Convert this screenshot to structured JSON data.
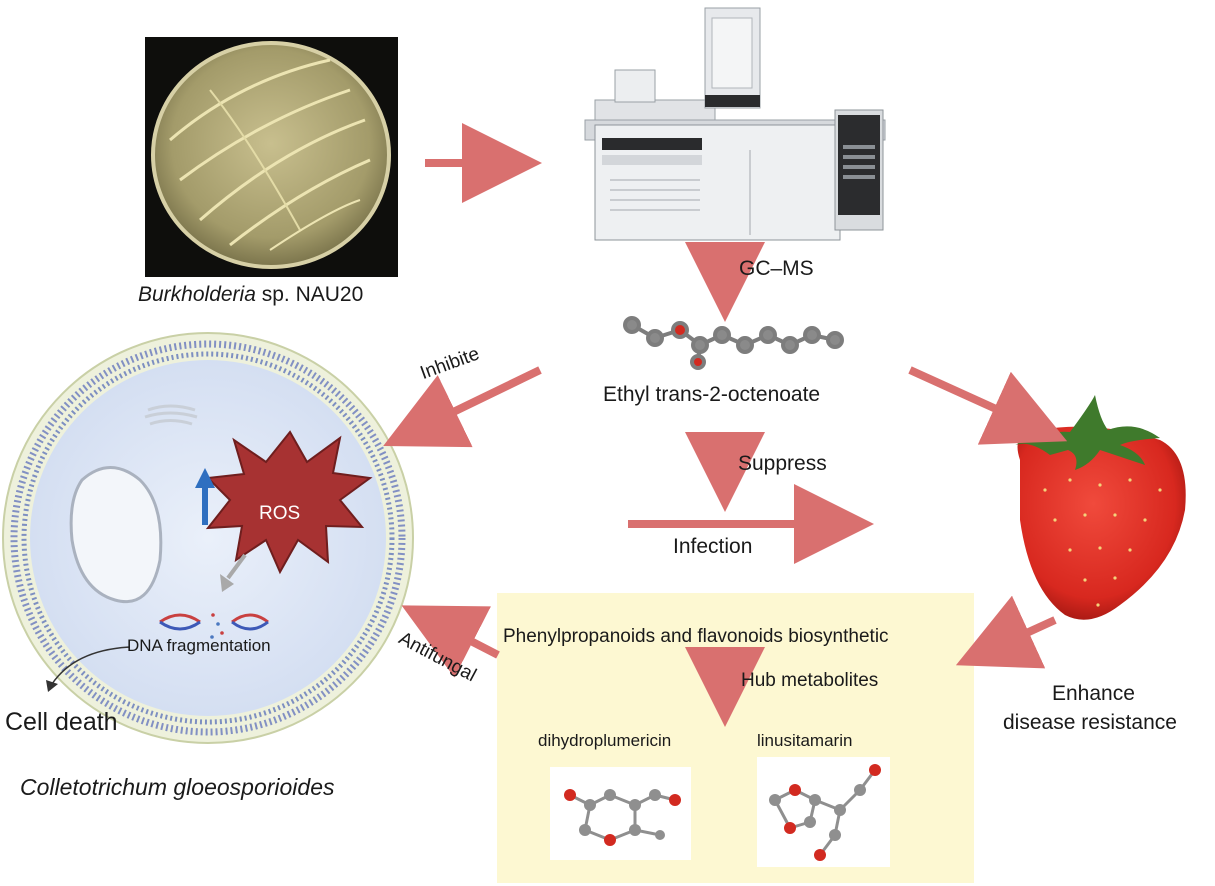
{
  "colors": {
    "arrow": "#d9706f",
    "ros_fill": "#a73232",
    "up_arrow": "#2f6fc0",
    "box_fill": "#fdf8d2",
    "cell_fill": "#dfe8f7",
    "membrane": "#7d8fc1",
    "strawberry": "#d8281f"
  },
  "labels": {
    "bacterium_genus": "Burkholderia",
    "bacterium_strain": " sp. NAU20",
    "gcms": "GC–MS",
    "compound": "Ethyl trans-2-octenoate",
    "inhibite": "Inhibite",
    "suppress": "Suppress",
    "infection": "Infection",
    "ros": "ROS",
    "dna": "DNA fragmentation",
    "cell_death": "Cell death",
    "fungus": "Colletotrichum gloeosporioides",
    "antifungal": "Antifungal",
    "pathway": "Phenylpropanoids and flavonoids biosynthetic",
    "hub": "Hub metabolites",
    "met1": "dihydroplumericin",
    "met2": "linusitamarin",
    "enhance_1": "Enhance",
    "enhance_2": "disease resistance"
  },
  "icons": [
    "petri-dish-icon",
    "gc-ms-instrument-icon",
    "molecule-icon",
    "fungal-cell-icon",
    "strawberry-icon",
    "dna-icon"
  ]
}
